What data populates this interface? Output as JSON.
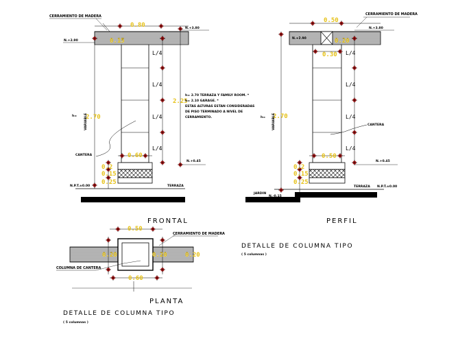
{
  "frontal": {
    "label_cerramiento": "CERRAMIENTO DE MADERA",
    "label_cantera": "CANTERA",
    "top_width": "0.80",
    "top_thick": "0.15",
    "level_left": "N.+2.90",
    "level_right": "N.+3.80",
    "quarters": [
      "L/4",
      "L/4",
      "L/4",
      "L/4"
    ],
    "height_left": "2.70",
    "height_right": "2.25",
    "variable": "VARIABLE",
    "h_eq": "h=",
    "base_width": "0.60",
    "base_dims": [
      "0.2",
      "0.15",
      "0.25"
    ],
    "level_base": "N.+0.45",
    "npt": "N.P.T.±0.00",
    "terraza": "TERRAZA",
    "note": [
      "h= 2.70 TERRAZA Y FAMILY ROOM. *",
      "h= 2.10 GARAGE. *",
      "ESTAS ALTURAS ESTAN CONSIDERADAS",
      "DE PISO TERMINADO A NIVEL DE",
      "CERRAMIENTO."
    ],
    "title": "FRONTAL"
  },
  "perfil": {
    "label_cerramiento": "CERRAMIENTO DE MADERA",
    "label_cantera": "CANTERA",
    "top_width": "0.50",
    "top_thick": "0.20",
    "level_left": "N.+2.90",
    "level_right": "N.+3.80",
    "post_width": "0.30",
    "quarters": [
      "L/4",
      "L/4",
      "L/4",
      "L/4"
    ],
    "height": "2.70",
    "variable": "VARIABLE",
    "h_eq": "h=",
    "base_width": "0.50",
    "base_dims": [
      "0.2",
      "0.15",
      "0.25"
    ],
    "level_base": "N.+0.45",
    "jardin": "JARDIN",
    "jardin_level": "N.-0.15",
    "terraza": "TERRAZA",
    "npt": "N.P.T.±0.00",
    "title": "PERFIL",
    "detail_title": "DETALLE DE COLUMNA TIPO",
    "detail_sub": "( 5 columnas )"
  },
  "planta": {
    "label_cerramiento": "CERRAMIENTO DE MADERA",
    "label_cantera": "COLUMNA DE CANTERA",
    "top": "0.50",
    "bottom": "0.60",
    "left": "0.20",
    "mid": "0.20",
    "right": "0.20",
    "title": "PLANTA",
    "detail_title": "DETALLE DE COLUMNA TIPO",
    "detail_sub": "( 5 columnas )"
  }
}
